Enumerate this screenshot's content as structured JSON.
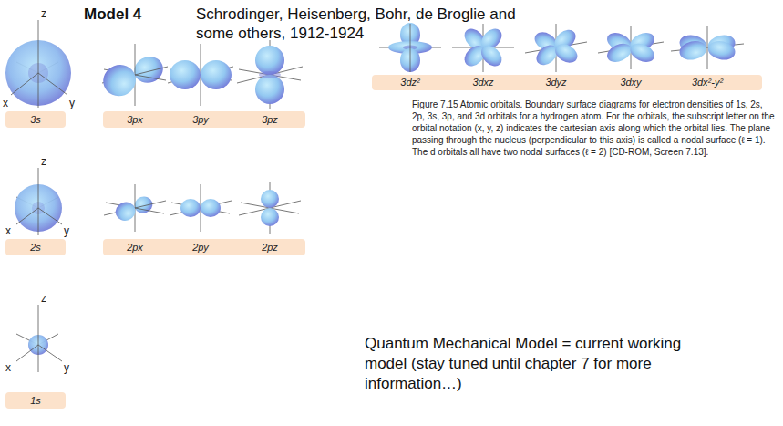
{
  "diagram": {
    "title": "Model 4",
    "caption": "Figure 7.15 Atomic orbitals. Boundary surface diagrams for electron densities of 1s, 2s, 2p, 3s, 3p, and 3d orbitals for a hydrogen atom. For the orbitals, the subscript letter on the orbital notation (x, y, z) indicates the cartesian axis along which the orbital lies. The plane passing through the nucleus (perpendicular to this axis) is called a nodal surface (ℓ = 1). The d orbitals all have two nodal surfaces (ℓ = 2) [CD-ROM, Screen 7.13].",
    "nodes": [
      {
        "text": [
          "3dz²",
          "3dxz",
          "3dyz",
          "3dxy",
          "3dx²-y²"
        ]
      },
      {
        "text": [
          "3s"
        ]
      },
      {
        "text": [
          "3px",
          "3py",
          "3pz"
        ]
      },
      {
        "text": [
          "2s"
        ]
      },
      {
        "text": [
          "2px",
          "2py",
          "2pz"
        ]
      },
      {
        "text": [
          "1s"
        ]
      }
    ],
    "labels": [
      "Schrodinger, Heisenberg, Bohr, de Broglie and some others, 1912-1924",
      "z",
      "x",
      "y",
      "z",
      "x",
      "y",
      "z",
      "x",
      "y",
      "Quantum Mechanical Model = current working model (stay tuned until chapter 7 for more information…)"
    ]
  }
}
